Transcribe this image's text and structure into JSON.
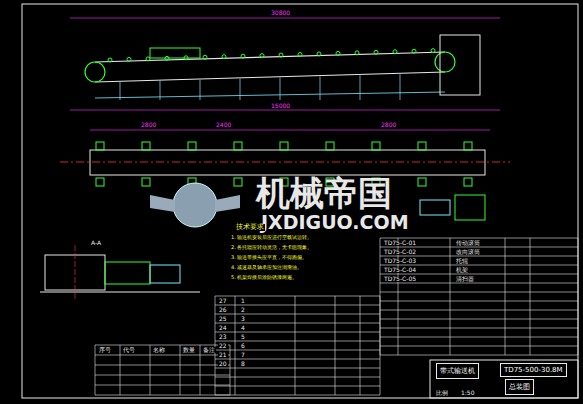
{
  "diagram": {
    "nodes": [
      {
        "text": [
          "带式输送机"
        ]
      },
      {
        "text": [
          "TD75-500-30.8M"
        ]
      },
      {
        "text": [
          "总装图"
        ]
      }
    ],
    "labels": [
      "机械帝国",
      "JXDIGUO.COM",
      "30800",
      "2400",
      "2800",
      "2800",
      "15000",
      "A-A",
      "技术要求",
      "1. 输送机安装后应进行空载试运转。",
      "2. 各托辊应转动灵活，无卡阻现象。",
      "3. 输送带接头应平直，不得跑偏。",
      "4. 减速器及轴承应加注润滑油。",
      "5. 机架焊接后涂防锈漆两遍。",
      "27",
      "26",
      "25",
      "24",
      "23",
      "22",
      "21",
      "20",
      "TD75-C-01",
      "TD75-C-02",
      "TD75-C-03",
      "TD75-C-04",
      "TD75-C-05",
      "传动滚筒",
      "改向滚筒",
      "托辊",
      "机架",
      "清扫器",
      "1",
      "2",
      "3",
      "4",
      "5",
      "6",
      "7",
      "8",
      "序号",
      "代号",
      "名称",
      "数量",
      "备注",
      "比例",
      "1:50"
    ]
  }
}
